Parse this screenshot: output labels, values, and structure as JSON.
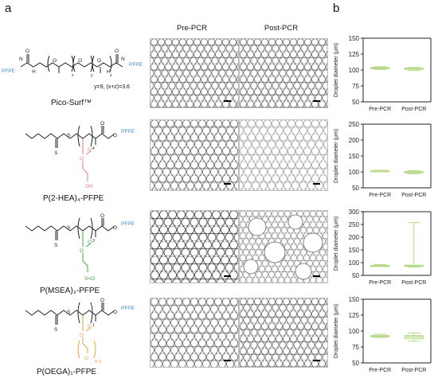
{
  "panel_labels": {
    "a": "a",
    "b": "b"
  },
  "columns": {
    "pre": "Pre-PCR",
    "post": "Post-PCR"
  },
  "molecules": [
    {
      "name": "Pico-Surf™",
      "note": "y=9, (x+z)=3.6",
      "pfpe_left": "PFPE",
      "pfpe_right": "PFPE",
      "subs": {
        "x": "x",
        "y": "y",
        "z": "z"
      }
    },
    {
      "name": "P(2-HEA)₄-PFPE",
      "pfpe": "PFPE",
      "side_label": "OH",
      "side_color": "#e87d7d"
    },
    {
      "name": "P(MSEA)₃-PFPE",
      "pfpe": "PFPE",
      "side_label": "S=O",
      "side_color": "#3fa84a"
    },
    {
      "name": "P(OEGA)₁-PFPE",
      "pfpe": "PFPE",
      "side_label": "8-9",
      "side_color": "#f0a040"
    }
  ],
  "chart_data": [
    {
      "type": "box",
      "ylabel": "Droplet diameter (μm)",
      "categories": [
        "Pre-PCR",
        "Post-PCR"
      ],
      "ylim": [
        50,
        150
      ],
      "yticks": [
        50,
        75,
        100,
        125,
        150
      ],
      "series": [
        {
          "values": [
            {
              "min": 101,
              "q1": 102,
              "median": 103,
              "q3": 104,
              "max": 105
            },
            {
              "min": 99,
              "q1": 101,
              "median": 102,
              "q3": 103,
              "max": 104
            }
          ]
        }
      ]
    },
    {
      "type": "box",
      "ylabel": "Droplet diameter (μm)",
      "categories": [
        "Pre-PCR",
        "Post-PCR"
      ],
      "ylim": [
        50,
        250
      ],
      "yticks": [
        50,
        100,
        150,
        200,
        250
      ],
      "series": [
        {
          "values": [
            {
              "min": 101,
              "q1": 102,
              "median": 103,
              "q3": 104,
              "max": 105
            },
            {
              "min": 94,
              "q1": 97,
              "median": 99,
              "q3": 101,
              "max": 104
            }
          ]
        }
      ]
    },
    {
      "type": "box",
      "ylabel": "Droplet diameter (μm)",
      "categories": [
        "Pre-PCR",
        "Post-PCR"
      ],
      "ylim": [
        50,
        300
      ],
      "yticks": [
        50,
        100,
        150,
        200,
        250,
        300
      ],
      "series": [
        {
          "values": [
            {
              "min": 85,
              "q1": 87,
              "median": 88,
              "q3": 89,
              "max": 92
            },
            {
              "min": 82,
              "q1": 86,
              "median": 88,
              "q3": 90,
              "max": 257
            }
          ]
        }
      ]
    },
    {
      "type": "box",
      "ylabel": "Droplet diameter (μm)",
      "categories": [
        "Pre-PCR",
        "Post-PCR"
      ],
      "ylim": [
        50,
        150
      ],
      "yticks": [
        50,
        75,
        100,
        125,
        150
      ],
      "series": [
        {
          "values": [
            {
              "min": 90,
              "q1": 91,
              "median": 92,
              "q3": 93,
              "max": 95
            },
            {
              "min": 84,
              "q1": 88,
              "median": 91,
              "q3": 93,
              "max": 97
            }
          ]
        }
      ]
    }
  ],
  "colors": {
    "box": "#b8d98a",
    "pfpe": "#3a8fd8"
  }
}
